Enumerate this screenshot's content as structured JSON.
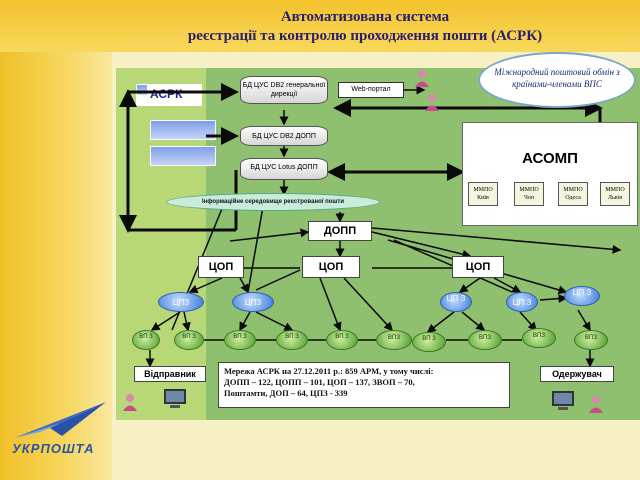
{
  "title": {
    "line1": "Автоматизована система",
    "line2": "реєстрації та контролю проходження пошти (АСРК)"
  },
  "asrk_label": "АСРК",
  "databases": [
    {
      "label": "БД ЦУС DB2 генеральної дирекції"
    },
    {
      "label": "БД ЦУС DB2 ДОПП"
    },
    {
      "label": "БД ЦУС Lotus ДОПП"
    }
  ],
  "web_portal": "Web-портал",
  "cloud_text": "Міжнародний поштовий обмін з країнами-членами ВПС",
  "asomp": {
    "title": "АСОМП",
    "nodes": [
      {
        "label": "ММПО Київ"
      },
      {
        "label": "ММПО Чоп"
      },
      {
        "label": "ММПО Одеса"
      },
      {
        "label": "ММПО Львів"
      }
    ]
  },
  "info_ellipse": "Інформаційне середовище реєстрованої пошти",
  "dopp": "ДОПП",
  "cop_nodes": [
    "ЦОП",
    "ЦОП",
    "ЦОП"
  ],
  "cpz_nodes": [
    "ЦПЗ",
    "ЦПЗ",
    "ЦП З",
    "ЦП З",
    "ЦП З"
  ],
  "vp_nodes": [
    "ВП З",
    "ВП З",
    "ВП З",
    "ВП З",
    "ВП З",
    "ВПЗ",
    "ВП З",
    "ВПЗ",
    "ВПЗ",
    "ВПЗ"
  ],
  "sender": "Відправник",
  "receiver": "Одержувач",
  "network_info": {
    "line1": "Мережа АСРК на 27.12.2011 р.:  859 АРМ, у тому числі:",
    "line2": "ДОПП – 122, ЦОПП – 101, ЦОП – 137, ЗВОП – 70,",
    "line3": "Поштамти, ДОП – 64, ЦПЗ - 339"
  },
  "logo": "УКРПОШТА",
  "colors": {
    "background": "#f7f0c4",
    "panel": "#8ec070",
    "title": "#2a1f6e",
    "arrow": "#0a0a0a"
  }
}
